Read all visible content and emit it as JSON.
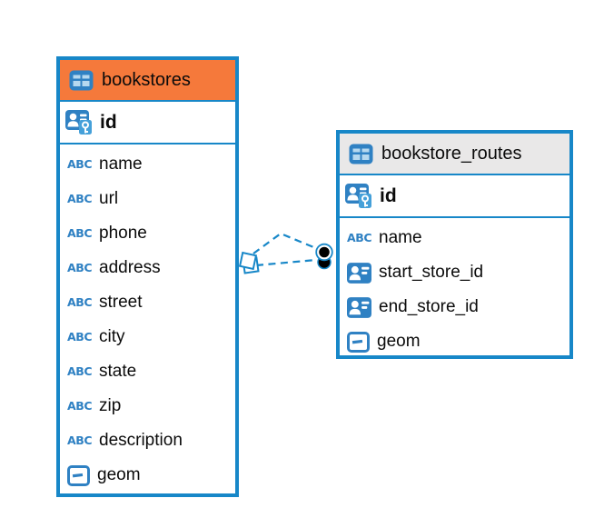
{
  "app": {
    "view_name": "er-diagram"
  },
  "colors": {
    "accent_blue": "#1787c8",
    "icon_blue": "#2f81c3",
    "icon_cell_blue": "#b5d8ef",
    "key_badge_blue": "#45a0d9",
    "bookstores_header_orange": "#f5793b",
    "routes_header_gray": "#e9e8e8",
    "text": "#0b0b0b",
    "marker_fill": "#000000"
  },
  "icons": {
    "text_type_label": "ABC"
  },
  "tables": [
    {
      "name": "bookstores",
      "header_color": "#f5793b",
      "primary_key": {
        "icon": "pk-icon",
        "label": "id"
      },
      "columns": [
        {
          "icon": "text-icon",
          "label": "name"
        },
        {
          "icon": "text-icon",
          "label": "url"
        },
        {
          "icon": "text-icon",
          "label": "phone"
        },
        {
          "icon": "text-icon",
          "label": "address"
        },
        {
          "icon": "text-icon",
          "label": "street"
        },
        {
          "icon": "text-icon",
          "label": "city"
        },
        {
          "icon": "text-icon",
          "label": "state"
        },
        {
          "icon": "text-icon",
          "label": "zip"
        },
        {
          "icon": "text-icon",
          "label": "description"
        },
        {
          "icon": "object-icon",
          "label": "geom"
        }
      ]
    },
    {
      "name": "bookstore_routes",
      "header_color": "#e9e8e8",
      "primary_key": {
        "icon": "pk-icon",
        "label": "id"
      },
      "columns": [
        {
          "icon": "text-icon",
          "label": "name"
        },
        {
          "icon": "fk-icon",
          "label": "start_store_id"
        },
        {
          "icon": "fk-icon",
          "label": "end_store_id"
        },
        {
          "icon": "object-icon",
          "label": "geom"
        }
      ]
    }
  ],
  "connections": [
    {
      "from_table": "bookstores",
      "to_table": "bookstore_routes",
      "style": "dashed"
    },
    {
      "from_table": "bookstores",
      "to_table": "bookstore_routes",
      "style": "dashed"
    }
  ]
}
